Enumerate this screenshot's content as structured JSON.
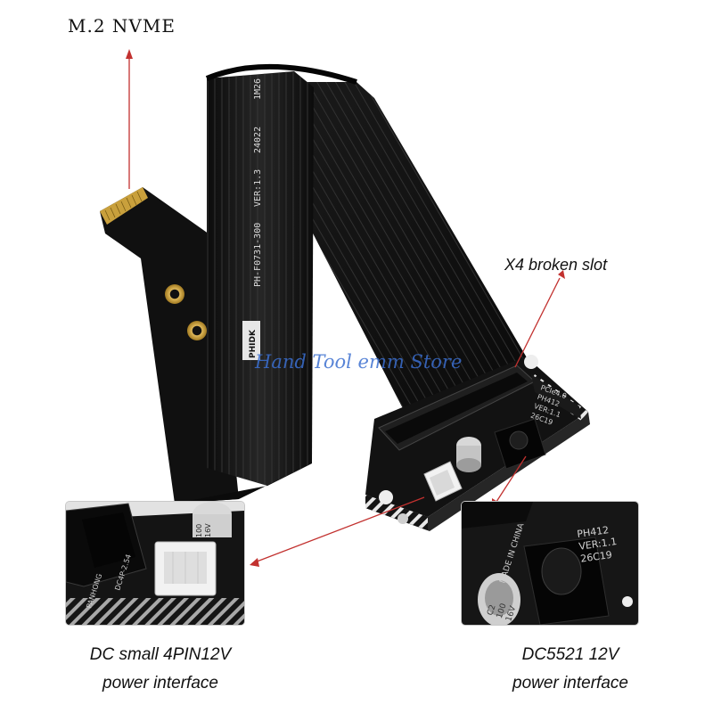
{
  "labels": {
    "m2": "M.2 NVME",
    "x4_slot": "X4 broken slot",
    "dc_small_line1": "DC small 4PIN12V",
    "dc_small_line2": "power interface",
    "dc5521_line1": "DC5521 12V",
    "dc5521_line2": "power interface"
  },
  "watermark": "Hand Tool emm Store",
  "cable_print": {
    "model": "PH-F0731-300",
    "version": "VER:1.3",
    "date": "24022",
    "length": "1M26",
    "brand": "PHIDK"
  },
  "board_print": {
    "pcie": "PCIe4.0",
    "model_short": "PH412",
    "version": "VER:1.1",
    "date": "26C19",
    "origin": "MADE IN CHINA",
    "connector": "DC4P-2.54",
    "brand": "PANHONG",
    "capacitor_ref": "C2",
    "capacitor_value": "100",
    "capacitor_voltage": "16V"
  },
  "colors": {
    "arrow": "#c2312f",
    "cable": "#141414",
    "pcb": "#111111",
    "gold": "#c9a03c",
    "watermark": "#3b6fd0"
  }
}
